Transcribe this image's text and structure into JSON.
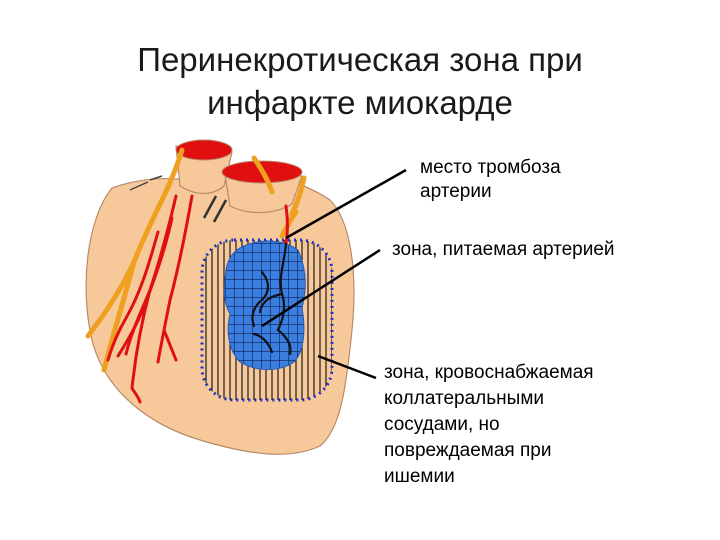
{
  "title": {
    "line1": "Перинекротическая зона при",
    "line2": "инфаркте миокарде"
  },
  "labels": {
    "thrombosis": [
      "место тромбоза",
      "артерии"
    ],
    "artery_zone": "зона, питаемая артерией",
    "collateral_zone": [
      "зона, кровоснабжаемая",
      "коллатеральными",
      "сосудами, но",
      "повреждаемая при",
      "ишемии"
    ]
  },
  "colors": {
    "heart_fill": "#f7c99a",
    "vessel_red": "#e01010",
    "vessel_orange": "#f0a020",
    "infarct_blue": "#3a7fe0",
    "zone_border": "#2030c0"
  }
}
